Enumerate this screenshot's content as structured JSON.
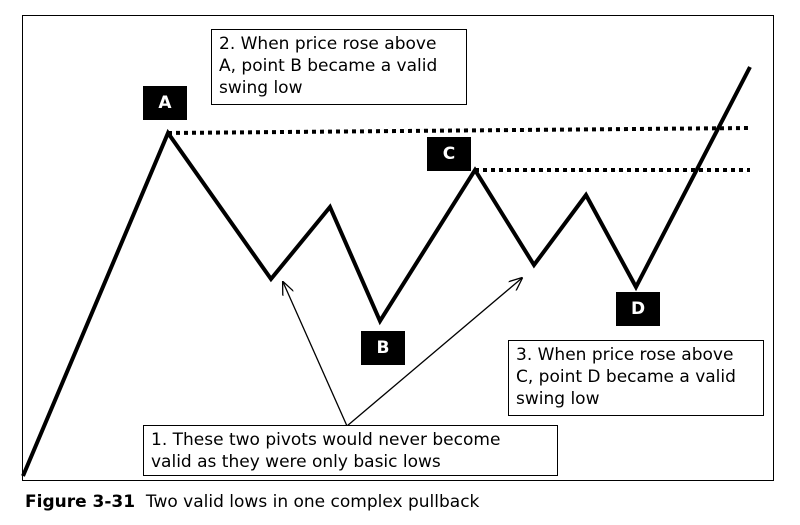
{
  "points": {
    "a": "A",
    "b": "B",
    "c": "C",
    "d": "D"
  },
  "notes": {
    "note1": "1. These two pivots would never become\nvalid as they were only basic lows",
    "note2": "2. When price rose above\nA, point B became a valid\nswing low",
    "note3": "3. When price rose above\nC, point D became a valid\nswing low"
  },
  "caption": {
    "figure_label": "Figure 3-31",
    "text": "Two valid lows in one complex pullback"
  }
}
